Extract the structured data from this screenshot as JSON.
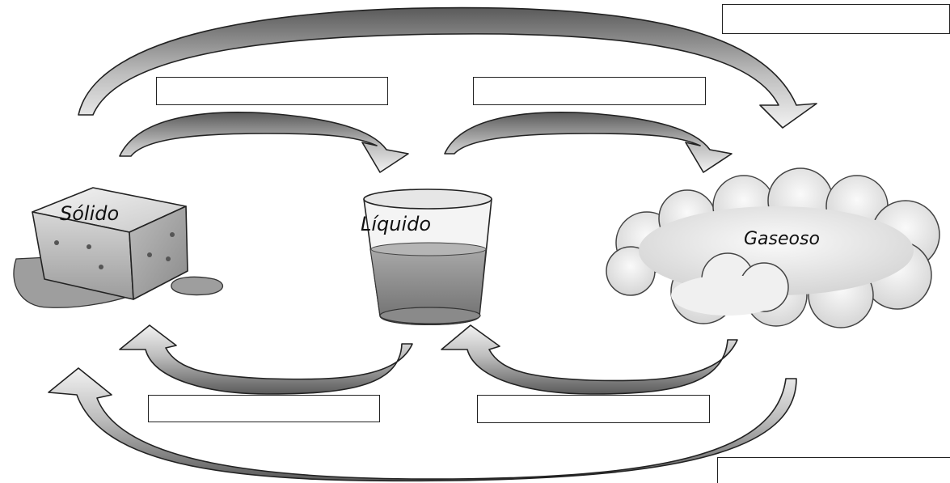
{
  "states": {
    "solid": "Sólido",
    "liquid": "Líquido",
    "gas": "Gaseoso"
  },
  "answer_boxes": {
    "solid_to_gas": "",
    "solid_to_liquid": "",
    "liquid_to_gas": "",
    "liquid_to_solid": "",
    "gas_to_liquid": "",
    "gas_to_solid": ""
  }
}
